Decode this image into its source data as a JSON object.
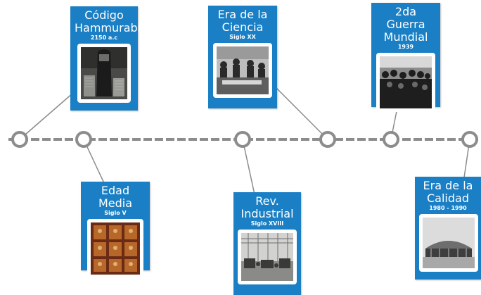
{
  "colors": {
    "card": "#1a7fc4",
    "line": "#8c8c8c",
    "node_stroke": "#8c8c8c",
    "node_fill": "#ffffff"
  },
  "events": [
    {
      "title_lines": [
        "Código",
        "Hammurabi"
      ],
      "date": "2150 a.c",
      "image": "hammurabi-stele-photo"
    },
    {
      "title_lines": [
        "Edad Media"
      ],
      "date": "Siglo V",
      "image": "medieval-altarpiece-photo"
    },
    {
      "title_lines": [
        "Era de la",
        "Ciencia"
      ],
      "date": "Siglo XX",
      "image": "science-era-photo"
    },
    {
      "title_lines": [
        "Rev.",
        "Industrial"
      ],
      "date": "Siglo XVIII",
      "image": "factory-hall-photo"
    },
    {
      "title_lines": [
        "2da Guerra",
        "Mundial"
      ],
      "date": "1939",
      "image": "ww2-crowd-photo"
    },
    {
      "title_lines": [
        "Era de la",
        "Calidad"
      ],
      "date": "1980 - 1990",
      "image": "quality-era-building-photo"
    }
  ]
}
